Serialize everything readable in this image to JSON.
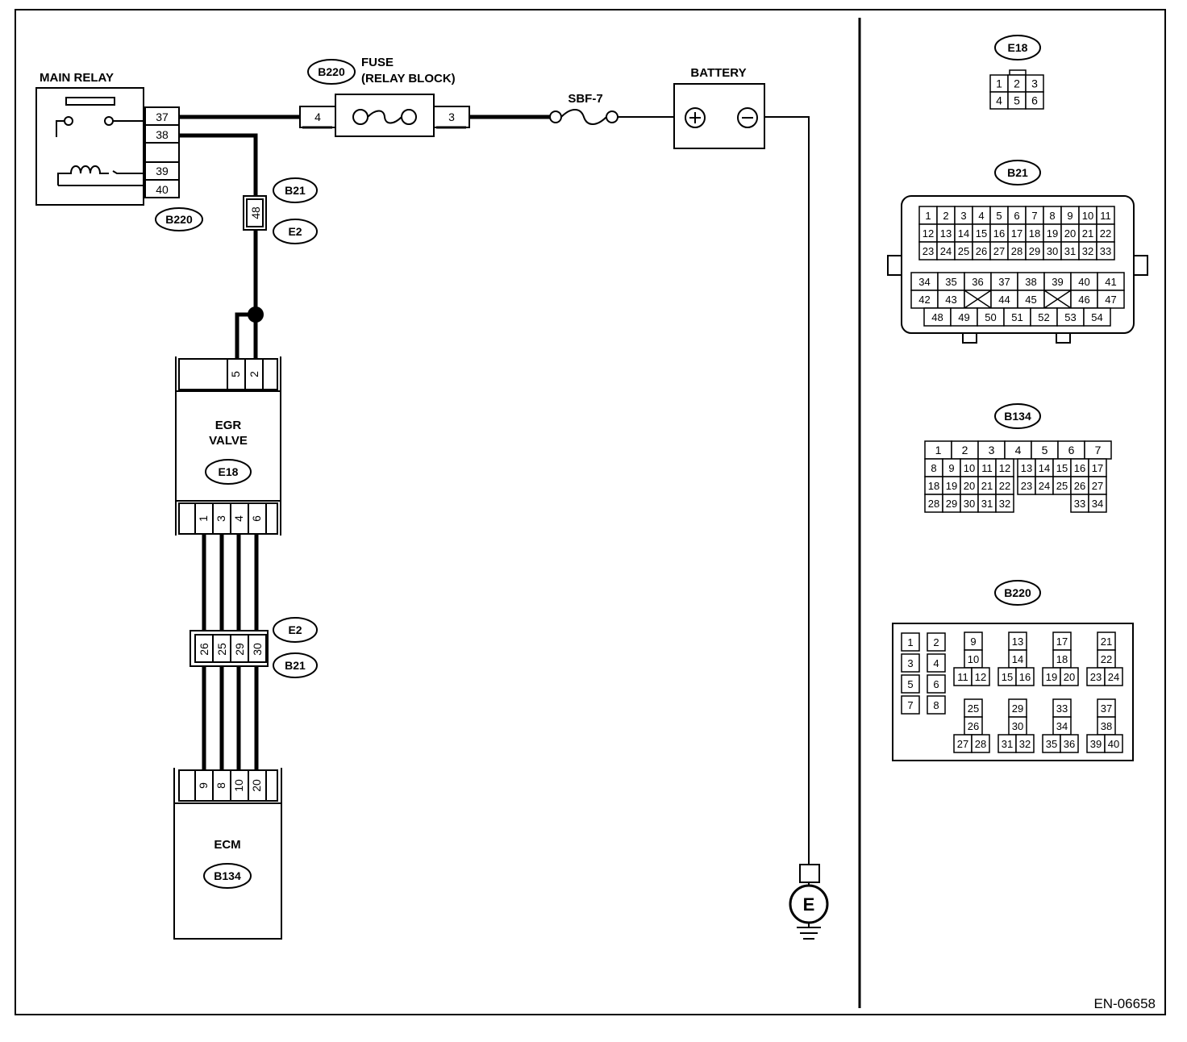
{
  "diagram_id": "EN-06658",
  "components": {
    "main_relay": {
      "label": "MAIN RELAY",
      "connector": "B220",
      "pins": [
        "37",
        "38",
        "39",
        "40"
      ]
    },
    "fuse": {
      "label_line1": "FUSE",
      "label_line2": "(RELAY BLOCK)",
      "connector": "B220",
      "pin_left": "4",
      "pin_right": "3"
    },
    "sbf": {
      "label": "SBF-7"
    },
    "battery": {
      "label": "BATTERY",
      "plus": "⊕",
      "minus": "⊖"
    },
    "egr_valve": {
      "label_line1": "EGR",
      "label_line2": "VALVE",
      "connector": "E18",
      "top_pins": [
        "5",
        "2"
      ],
      "bottom_pins": [
        "1",
        "3",
        "4",
        "6"
      ]
    },
    "ecm": {
      "label": "ECM",
      "connector": "B134",
      "pins": [
        "9",
        "8",
        "10",
        "20"
      ]
    },
    "junction_upper": {
      "pin": "48",
      "tag_top": "B21",
      "tag_bottom": "E2"
    },
    "junction_lower": {
      "pins": [
        "26",
        "25",
        "29",
        "30"
      ],
      "tag_top": "E2",
      "tag_bottom": "B21"
    },
    "ground": {
      "label": "E"
    }
  },
  "connector_views": {
    "e18": {
      "tag": "E18",
      "rows": [
        [
          "1",
          "2",
          "3"
        ],
        [
          "4",
          "5",
          "6"
        ]
      ]
    },
    "b21": {
      "tag": "B21",
      "upper_rows": [
        [
          "1",
          "2",
          "3",
          "4",
          "5",
          "6",
          "7",
          "8",
          "9",
          "10",
          "11"
        ],
        [
          "12",
          "13",
          "14",
          "15",
          "16",
          "17",
          "18",
          "19",
          "20",
          "21",
          "22"
        ],
        [
          "23",
          "24",
          "25",
          "26",
          "27",
          "28",
          "29",
          "30",
          "31",
          "32",
          "33"
        ]
      ],
      "lower_rows": [
        [
          "34",
          "35",
          "36",
          "37",
          "38",
          "39",
          "40",
          "41"
        ],
        [
          "42",
          "43",
          "",
          "44",
          "45",
          "",
          "46",
          "47"
        ],
        [
          "48",
          "49",
          "50",
          "51",
          "52",
          "53",
          "54"
        ]
      ]
    },
    "b134": {
      "tag": "B134",
      "row1": [
        "1",
        "2",
        "3",
        "4",
        "5",
        "6",
        "7"
      ],
      "rows": [
        [
          "8",
          "9",
          "10",
          "11",
          "12",
          "13",
          "14",
          "15",
          "16",
          "17"
        ],
        [
          "18",
          "19",
          "20",
          "21",
          "22",
          "23",
          "24",
          "25",
          "26",
          "27"
        ],
        [
          "28",
          "29",
          "30",
          "31",
          "32",
          "",
          "",
          "",
          "33",
          "34"
        ]
      ]
    },
    "b220": {
      "tag": "B220",
      "left_pairs": [
        [
          "1",
          "2"
        ],
        [
          "3",
          "4"
        ],
        [
          "5",
          "6"
        ],
        [
          "7",
          "8"
        ]
      ],
      "groups_top": [
        {
          "a": "9",
          "b": "10",
          "c": "11",
          "d": "12"
        },
        {
          "a": "13",
          "b": "14",
          "c": "15",
          "d": "16"
        },
        {
          "a": "17",
          "b": "18",
          "c": "19",
          "d": "20"
        },
        {
          "a": "21",
          "b": "22",
          "c": "23",
          "d": "24"
        }
      ],
      "groups_bottom": [
        {
          "a": "25",
          "b": "26",
          "c": "27",
          "d": "28"
        },
        {
          "a": "29",
          "b": "30",
          "c": "31",
          "d": "32"
        },
        {
          "a": "33",
          "b": "34",
          "c": "35",
          "d": "36"
        },
        {
          "a": "37",
          "b": "38",
          "c": "39",
          "d": "40"
        }
      ]
    }
  }
}
